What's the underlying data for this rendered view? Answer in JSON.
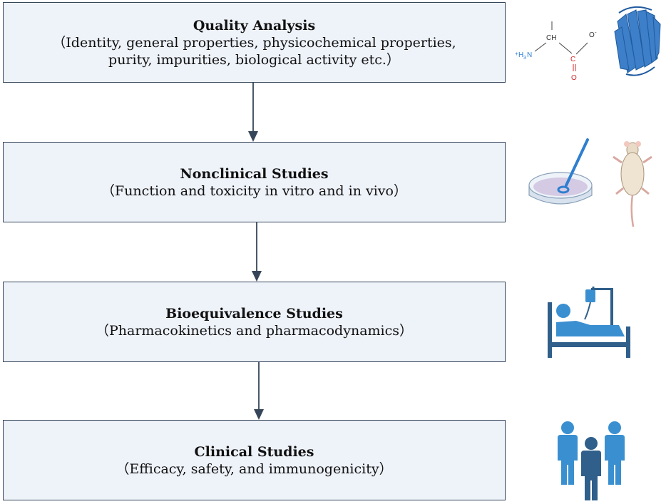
{
  "steps": [
    {
      "title": "Quality Analysis",
      "desc": "（Identity, general properties, physicochemical properties,\npurity, impurities, biological activity etc.）",
      "icons": [
        "amino-acid-structure-icon",
        "protein-barrel-icon"
      ]
    },
    {
      "title": "Nonclinical Studies",
      "desc": "（Function and toxicity in vitro and in vivo）",
      "icons": [
        "petri-dish-icon",
        "lab-rat-icon"
      ]
    },
    {
      "title": "Bioequivalence Studies",
      "desc": "（Pharmacokinetics and pharmacodynamics）",
      "icons": [
        "patient-bed-icon"
      ]
    },
    {
      "title": "Clinical Studies",
      "desc": "（Efficacy, safety, and immunogenicity）",
      "icons": [
        "people-group-icon"
      ]
    }
  ],
  "molecule": {
    "ch": "CH",
    "o_minus": "O",
    "minus": "-",
    "plus": "+",
    "h3n_h": "H",
    "h3n_3": "3",
    "h3n_n": "N",
    "c": "C",
    "o": "O"
  },
  "colors": {
    "box_fill": "#eef2f9",
    "box_border": "#36465a",
    "arrow": "#36465a",
    "icon_blue": "#3a8fd0",
    "icon_dark": "#2f5f8a"
  }
}
